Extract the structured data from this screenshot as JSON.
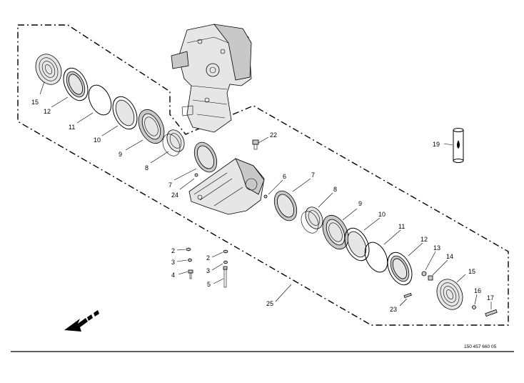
{
  "callouts": [
    {
      "id": "c15a",
      "text": "15"
    },
    {
      "id": "c12a",
      "text": "12"
    },
    {
      "id": "c11a",
      "text": "11"
    },
    {
      "id": "c10a",
      "text": "10"
    },
    {
      "id": "c9a",
      "text": "9"
    },
    {
      "id": "c8a",
      "text": "8"
    },
    {
      "id": "c7a",
      "text": "7"
    },
    {
      "id": "c24",
      "text": "24"
    },
    {
      "id": "c22",
      "text": "22"
    },
    {
      "id": "c6",
      "text": "6"
    },
    {
      "id": "c7b",
      "text": "7"
    },
    {
      "id": "c8b",
      "text": "8"
    },
    {
      "id": "c9b",
      "text": "9"
    },
    {
      "id": "c10b",
      "text": "10"
    },
    {
      "id": "c11b",
      "text": "11"
    },
    {
      "id": "c12b",
      "text": "12"
    },
    {
      "id": "c13",
      "text": "13"
    },
    {
      "id": "c14",
      "text": "14"
    },
    {
      "id": "c15b",
      "text": "15"
    },
    {
      "id": "c16",
      "text": "16"
    },
    {
      "id": "c17",
      "text": "17"
    },
    {
      "id": "c23",
      "text": "23"
    },
    {
      "id": "c19",
      "text": "19"
    },
    {
      "id": "c2a",
      "text": "2"
    },
    {
      "id": "c3a",
      "text": "3"
    },
    {
      "id": "c4",
      "text": "4"
    },
    {
      "id": "c2b",
      "text": "2"
    },
    {
      "id": "c3b",
      "text": "3"
    },
    {
      "id": "c5",
      "text": "5"
    },
    {
      "id": "c25",
      "text": "25"
    }
  ],
  "drawing_number": "150 457 660 05"
}
